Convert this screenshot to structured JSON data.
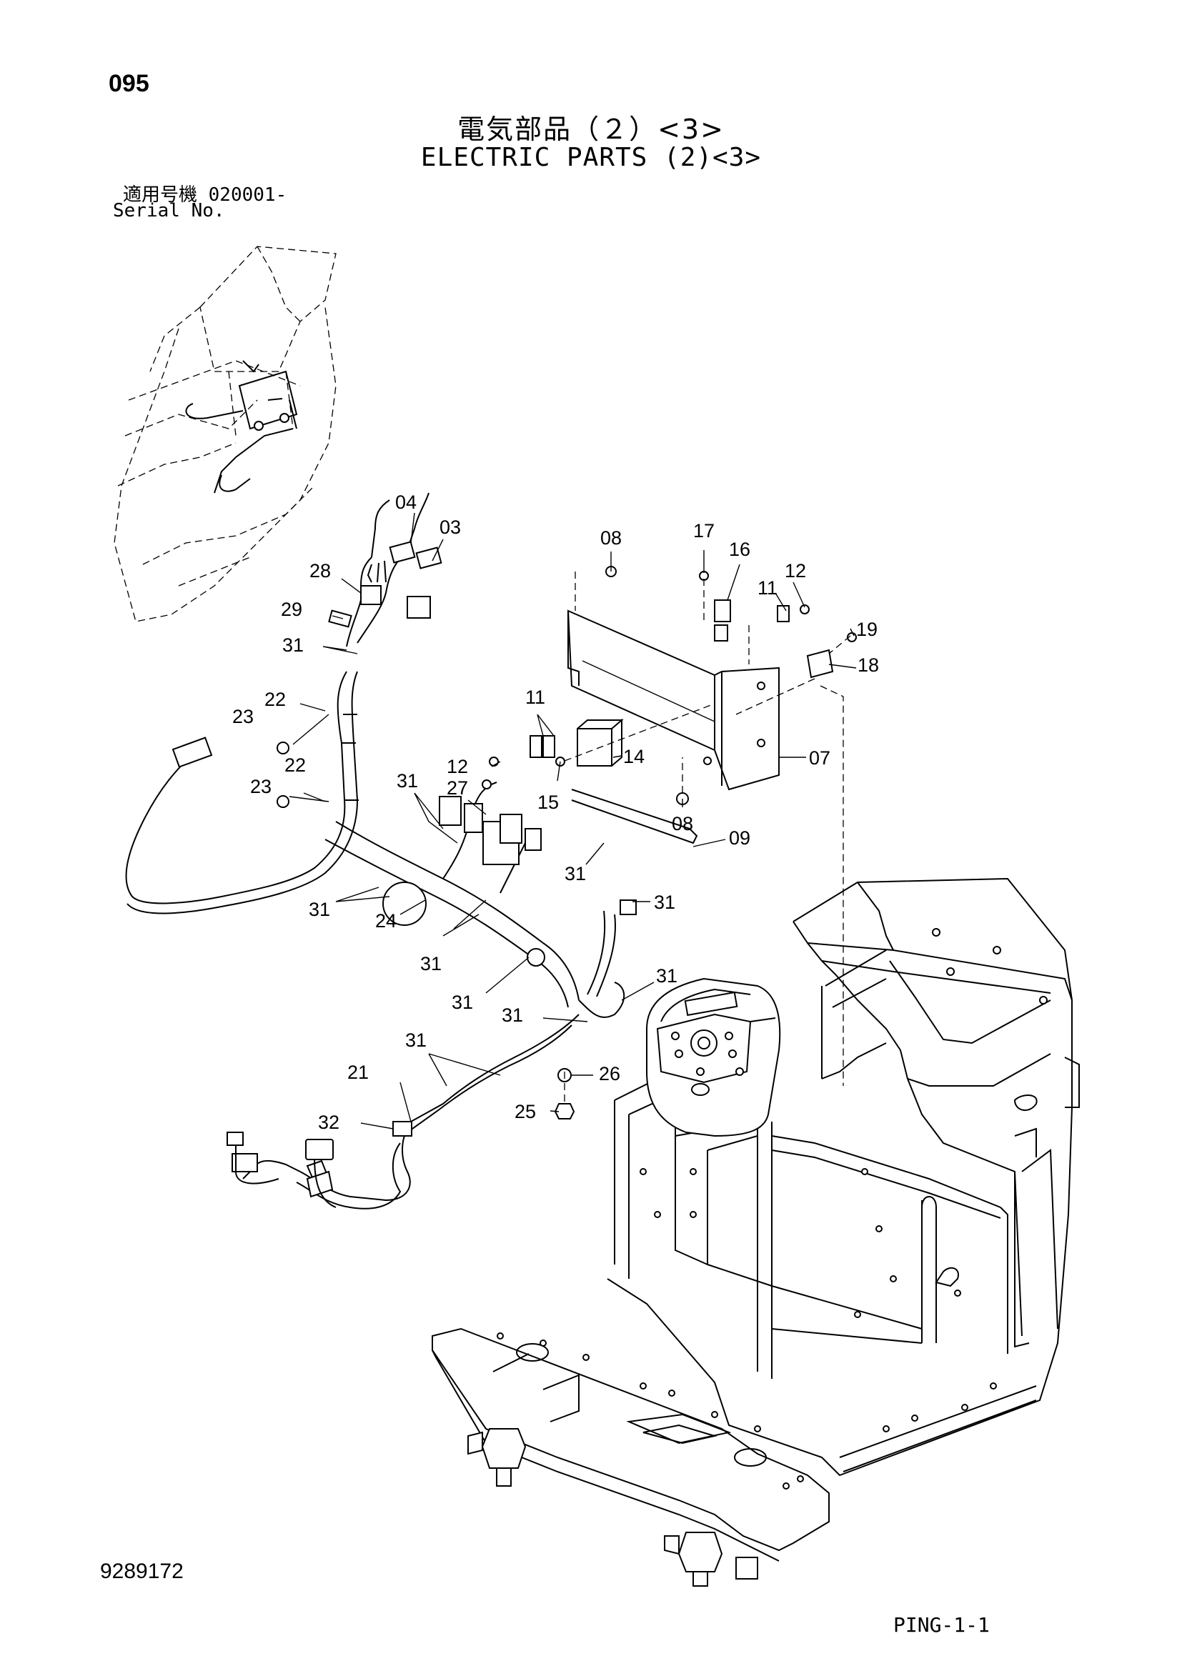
{
  "header": {
    "page_number": "095",
    "title_jp": "電気部品（２）<3>",
    "title_en": "ELECTRIC PARTS (2)<3>",
    "serial_label_jp": "適用号機  020001-",
    "serial_label_en": "Serial No."
  },
  "footer": {
    "document_number": "9289172",
    "code": "PING-1-1"
  },
  "callouts": [
    "04",
    "03",
    "28",
    "29",
    "31",
    "22",
    "23",
    "22",
    "23",
    "08",
    "17",
    "16",
    "12",
    "11",
    "19",
    "18",
    "07",
    "11",
    "12",
    "14",
    "15",
    "31",
    "27",
    "08",
    "09",
    "31",
    "31",
    "31",
    "24",
    "31",
    "31",
    "31",
    "31",
    "31",
    "26",
    "21",
    "25",
    "32"
  ]
}
